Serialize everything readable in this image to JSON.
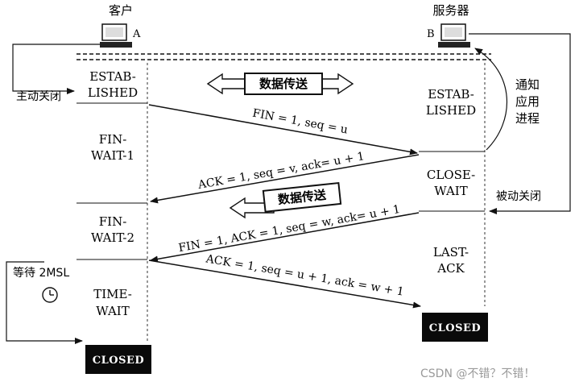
{
  "client": {
    "title": "客户",
    "host_label": "A"
  },
  "server": {
    "title": "服务器",
    "host_label": "B"
  },
  "client_states": {
    "established_1": "ESTAB-",
    "established_2": "LISHED",
    "fin_wait_1_a": "FIN-",
    "fin_wait_1_b": "WAIT-1",
    "fin_wait_2_a": "FIN-",
    "fin_wait_2_b": "WAIT-2",
    "time_wait_a": "TIME-",
    "time_wait_b": "WAIT",
    "closed": "CLOSED"
  },
  "server_states": {
    "established_1": "ESTAB-",
    "established_2": "LISHED",
    "close_wait_a": "CLOSE-",
    "close_wait_b": "WAIT",
    "last_ack_a": "LAST-",
    "last_ack_b": "ACK",
    "closed": "CLOSED"
  },
  "side_labels": {
    "active_close": "主动关闭",
    "passive_close": "被动关闭",
    "notify_1": "通知",
    "notify_2": "应用",
    "notify_3": "进程",
    "wait_2msl": "等待 2MSL"
  },
  "data_transfer": {
    "bidirectional": "数据传送",
    "one_way": "数据传送"
  },
  "messages": {
    "fin1": "FIN = 1, seq = u",
    "ack1": "ACK = 1, seq = v, ack= u + 1",
    "fin2": "FIN = 1, ACK = 1, seq = w, ack= u + 1",
    "ack2": "ACK = 1, seq = u + 1, ack = w + 1"
  },
  "watermark": "CSDN @不错？不错！"
}
